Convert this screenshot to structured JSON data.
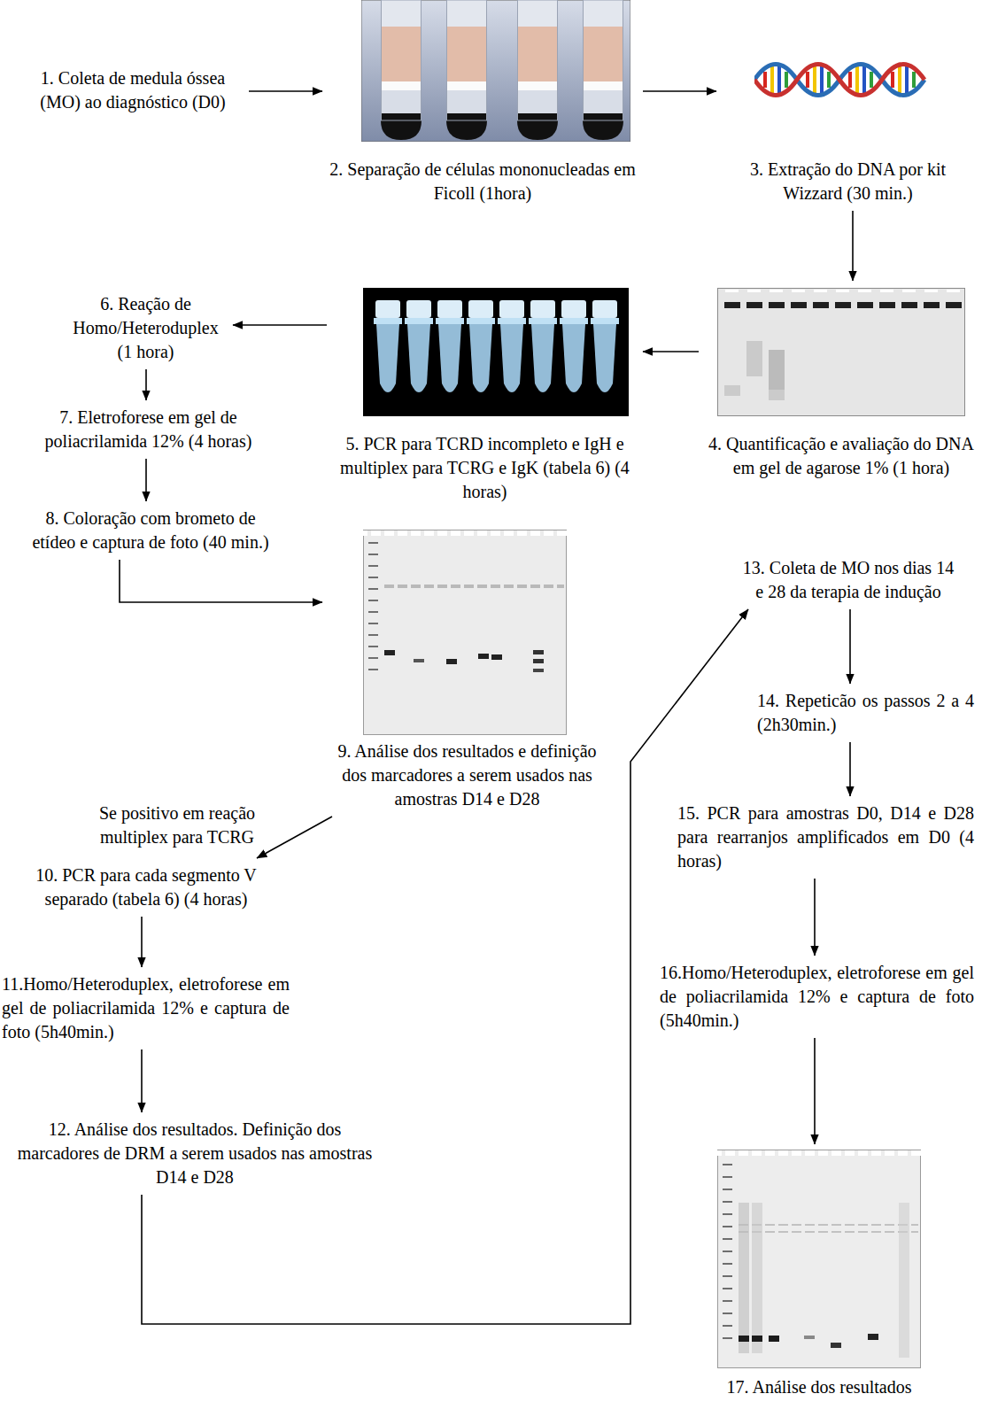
{
  "diagram": {
    "nodes": [
      {
        "text": [
          "1. Coleta de medula óssea (MO) ao diagnóstico (D0)"
        ]
      },
      {
        "text": [
          "2. Separação de células mononucleadas em Ficoll (1hora)"
        ]
      },
      {
        "text": [
          "3. Extração do DNA por kit Wizzard (30 min.)"
        ]
      },
      {
        "text": [
          "4. Quantificação e avaliação do DNA em gel de agarose 1% (1 hora)"
        ]
      },
      {
        "text": [
          "5. PCR para TCRD incompleto e IgH e multiplex para TCRG e IgK (tabela 6) (4 horas)"
        ]
      },
      {
        "text": [
          "6. Reação de Homo/Heteroduplex (1 hora)"
        ]
      },
      {
        "text": [
          "7. Eletroforese em gel de poliacrilamida 12% (4 horas)"
        ]
      },
      {
        "text": [
          "8. Coloração com brometo de etídeo e captura de foto (40 min.)"
        ]
      },
      {
        "text": [
          "9. Análise dos resultados e definição dos marcadores a serem usados nas amostras D14 e D28"
        ]
      },
      {
        "text": [
          "10. PCR para cada segmento V separado (tabela 6) (4 horas)"
        ]
      },
      {
        "text": [
          "11.Homo/Heteroduplex, eletroforese em gel de poliacrilamida 12% e captura de foto (5h40min.)"
        ]
      },
      {
        "text": [
          "12. Análise dos resultados. Definição dos marcadores de DRM a serem usados nas amostras D14 e D28"
        ]
      },
      {
        "text": [
          "13. Coleta de MO nos dias 14 e 28 da terapia de indução"
        ]
      },
      {
        "text": [
          "14. Repeticão os passos 2 a 4 (2h30min.)"
        ]
      },
      {
        "text": [
          "15. PCR para amostras D0, D14 e D28 para rearranjos amplificados em D0 (4 horas)"
        ]
      },
      {
        "text": [
          "16.Homo/Heteroduplex, eletroforese em gel de poliacrilamida 12% e captura de foto (5h40min.)"
        ]
      },
      {
        "text": [
          "17. Análise dos resultados"
        ]
      }
    ],
    "edges": [
      {
        "from": 0,
        "to": 1,
        "arrow": "to"
      },
      {
        "from": 1,
        "to": 2,
        "arrow": "to"
      },
      {
        "from": 2,
        "to": 3,
        "arrow": "to"
      },
      {
        "from": 3,
        "to": 4,
        "arrow": "to"
      },
      {
        "from": 4,
        "to": 5,
        "arrow": "to"
      },
      {
        "from": 5,
        "to": 6,
        "arrow": "to"
      },
      {
        "from": 6,
        "to": 7,
        "arrow": "to"
      },
      {
        "from": 7,
        "to": 8,
        "arrow": "to"
      },
      {
        "from": 8,
        "to": 9,
        "label": "Se positivo em reação multiplex para TCRG",
        "arrow": "to"
      },
      {
        "from": 9,
        "to": 10,
        "arrow": "to"
      },
      {
        "from": 10,
        "to": 11,
        "arrow": "to"
      },
      {
        "from": 11,
        "to": 12,
        "arrow": "to"
      },
      {
        "from": 12,
        "to": 13,
        "arrow": "to"
      },
      {
        "from": 13,
        "to": 14,
        "arrow": "to"
      },
      {
        "from": 14,
        "to": 15,
        "arrow": "to"
      },
      {
        "from": 15,
        "to": 16,
        "arrow": "to"
      }
    ]
  }
}
